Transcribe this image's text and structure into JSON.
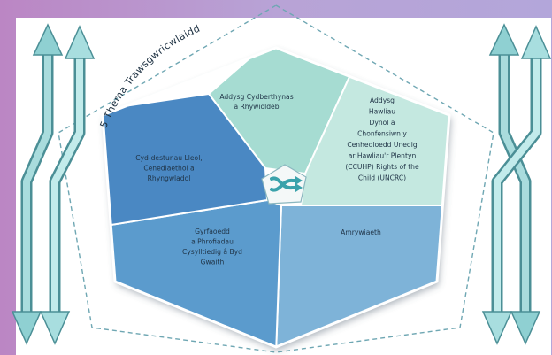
{
  "diagram": {
    "title": "5 Thema Trawsgwricwlaidd",
    "segments": [
      {
        "id": "top",
        "lines": [
          "Addysg Cydberthynas",
          "a Rhywioldeb"
        ]
      },
      {
        "id": "right",
        "lines": [
          "Addysg",
          "Hawliau",
          "Dynol a",
          "Chonfensiwn y",
          "Cenhedloedd Unedig",
          "ar Hawliau'r Plentyn",
          "(CCUHP) Rights of the",
          "Child (UNCRC)"
        ]
      },
      {
        "id": "bottom-right",
        "lines": [
          "Amrywiaeth"
        ]
      },
      {
        "id": "bottom-left",
        "lines": [
          "Gyrfaoedd",
          "a Phrofiadau",
          "Cysylltiedig â Byd",
          "Gwaith"
        ]
      },
      {
        "id": "left",
        "lines": [
          "Cyd-destunau Lleol,",
          "Cenedlaethol a",
          "Rhyngwladol"
        ]
      }
    ],
    "colors": {
      "background_left": "#bd8bc6",
      "background_top": "#b6a9d9",
      "panel": "#ffffff",
      "top_segment": "#a6dcd2",
      "right_segment": "#bfe6de",
      "bottom_right_segment": "#7bb0d6",
      "bottom_left_segment": "#5a98cc",
      "left_segment": "#4a88c3",
      "arrow": "#72bcc1",
      "center_icon": "#3aa2ab"
    }
  }
}
